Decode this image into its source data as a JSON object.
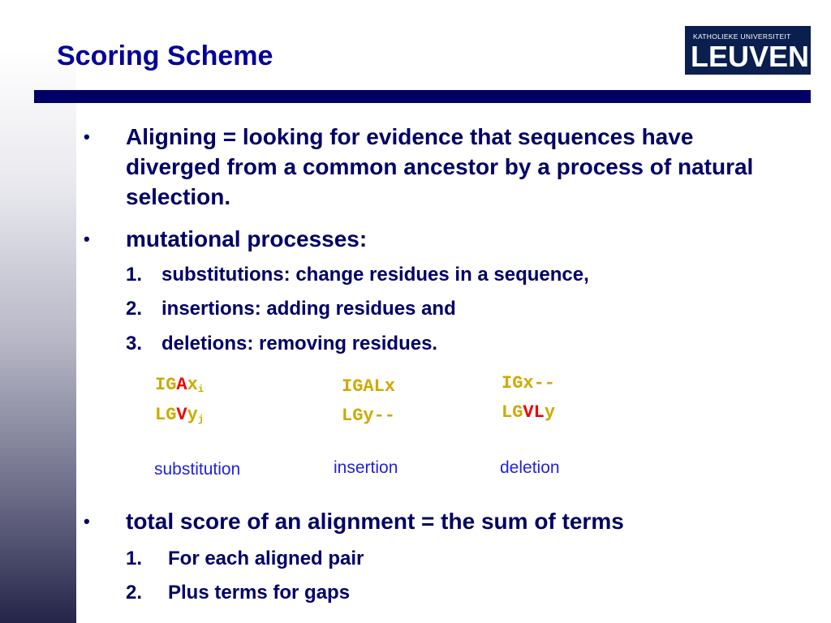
{
  "slide": {
    "title": "Scoring Scheme",
    "logo": {
      "top_text": "KATHOLIEKE UNIVERSITEIT",
      "main_text": "LEUVEN"
    }
  },
  "content": {
    "bullet_symbol": "•",
    "bullet1": "Aligning = looking for evidence that sequences have diverged from a common ancestor by a process of natural selection.",
    "bullet2": "mutational processes:",
    "processes": [
      {
        "num": "1.",
        "text": "substitutions: change residues in a sequence,"
      },
      {
        "num": "2.",
        "text": "insertions: adding residues and"
      },
      {
        "num": "3.",
        "text": "deletions: removing residues."
      }
    ],
    "examples": {
      "substitution": {
        "line1": {
          "prefix": "IG",
          "highlight": "A",
          "suffix": "x",
          "sub": "i"
        },
        "line2": {
          "prefix": "LG",
          "highlight": "V",
          "suffix": "y",
          "sub": "j"
        },
        "caption": "substitution"
      },
      "insertion": {
        "line1": "IGALx",
        "line2": "LGy--",
        "caption": "insertion"
      },
      "deletion": {
        "line1": "IGx--",
        "line2": {
          "prefix": "LG",
          "highlight": "VL",
          "suffix": "y"
        },
        "caption": "deletion"
      }
    },
    "bullet3": "total score of an alignment = the sum of terms",
    "terms": [
      {
        "num": "1.",
        "text": "For each aligned pair"
      },
      {
        "num": "2.",
        "text": "Plus terms for gaps"
      }
    ]
  },
  "colors": {
    "title": "#000099",
    "text": "#000066",
    "rule": "#000066",
    "sequence": "#ccaa00",
    "highlight": "#ee0000",
    "caption": "#2222dd",
    "logo_bg": "#0a1f4e"
  }
}
